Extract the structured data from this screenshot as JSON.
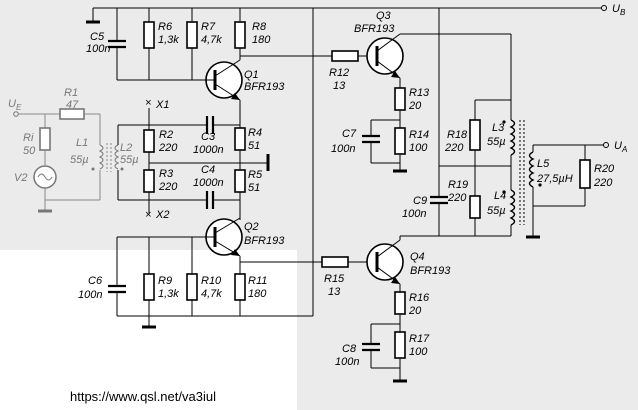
{
  "labels": {
    "ub": "U",
    "ue": "U",
    "ua": "U",
    "x1": "X1",
    "x2": "X2",
    "url": "https://www.qsl.net/va3iul"
  },
  "components": {
    "r1": {
      "name": "R1",
      "value": "47"
    },
    "ri": {
      "name": "Ri",
      "value": "50"
    },
    "v2": {
      "name": "V2"
    },
    "l1": {
      "name": "L1",
      "value": "55µ"
    },
    "l2": {
      "name": "L2",
      "value": "55µ"
    },
    "r2": {
      "name": "R2",
      "value": "220"
    },
    "r3": {
      "name": "R3",
      "value": "220"
    },
    "c3": {
      "name": "C3",
      "value": "1000n"
    },
    "c4": {
      "name": "C4",
      "value": "1000n"
    },
    "r4": {
      "name": "R4",
      "value": "51"
    },
    "r5": {
      "name": "R5",
      "value": "51"
    },
    "c5": {
      "name": "C5",
      "value": "100n"
    },
    "r6": {
      "name": "R6",
      "value": "1,3k"
    },
    "r7": {
      "name": "R7",
      "value": "4,7k"
    },
    "r8": {
      "name": "R8",
      "value": "180"
    },
    "q1": {
      "name": "Q1",
      "type": "BFR193"
    },
    "c6": {
      "name": "C6",
      "value": "100n"
    },
    "r9": {
      "name": "R9",
      "value": "1,3k"
    },
    "r10": {
      "name": "R10",
      "value": "4,7k"
    },
    "r11": {
      "name": "R11",
      "value": "180"
    },
    "q2": {
      "name": "Q2",
      "type": "BFR193"
    },
    "r12": {
      "name": "R12",
      "value": "13"
    },
    "r15": {
      "name": "R15",
      "value": "13"
    },
    "q3": {
      "name": "Q3",
      "type": "BFR193"
    },
    "q4": {
      "name": "Q4",
      "type": "BFR193"
    },
    "r13": {
      "name": "R13",
      "value": "20"
    },
    "r14": {
      "name": "R14",
      "value": "100"
    },
    "c7": {
      "name": "C7",
      "value": "100n"
    },
    "r16": {
      "name": "R16",
      "value": "20"
    },
    "r17": {
      "name": "R17",
      "value": "100"
    },
    "c8": {
      "name": "C8",
      "value": "100n"
    },
    "c9": {
      "name": "C9",
      "value": "100n"
    },
    "r18": {
      "name": "R18",
      "value": "220"
    },
    "r19": {
      "name": "R19",
      "value": "220"
    },
    "l3": {
      "name": "L3",
      "value": "55µ"
    },
    "l4": {
      "name": "L4",
      "value": "55µ"
    },
    "l5": {
      "name": "L5",
      "value": "27,5µH"
    },
    "r20": {
      "name": "R20",
      "value": "220"
    }
  }
}
